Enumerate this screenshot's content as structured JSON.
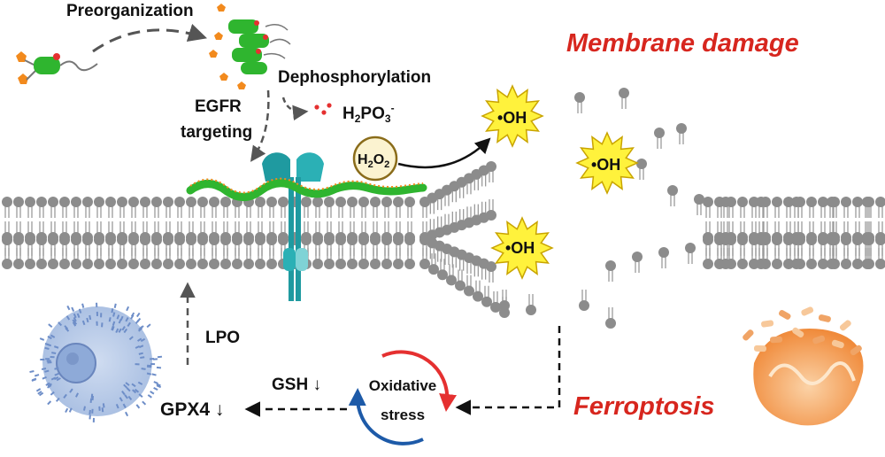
{
  "labels": {
    "preorganization": "Preorganization",
    "dephosphorylation": "Dephosphorylation",
    "h2po3": "H",
    "h2po3_sub2": "2",
    "h2po3_mid": "PO",
    "h2po3_sub3": "3",
    "h2po3_sup": "-",
    "egfr_targeting_1": "EGFR",
    "egfr_targeting_2": "targeting",
    "h2o2_h": "H",
    "h2o2_sub1": "2",
    "h2o2_o": "O",
    "h2o2_sub2": "2",
    "hydroxyl_radical": "•OH",
    "membrane_damage": "Membrane damage",
    "ferroptosis": "Ferroptosis",
    "lpo": "LPO",
    "gsh": "GSH ↓",
    "gpx4": "GPX4 ↓",
    "oxidative_1": "Oxidative",
    "oxidative_2": "stress"
  },
  "colors": {
    "accent_red": "#d7261e",
    "lipid_head": "#8c8c8c",
    "egfr_teal": "#1f9aa0",
    "peptide_green": "#2fb52f",
    "peptide_orange": "#f28a1d",
    "starburst_yellow": "#fff23c",
    "h2o2_fill": "#fbf3d0",
    "cycle_red": "#e53030",
    "cycle_blue": "#1d5aa8",
    "mito_orange": "#f5a45d",
    "cell_blue": "#7f9fd0"
  }
}
